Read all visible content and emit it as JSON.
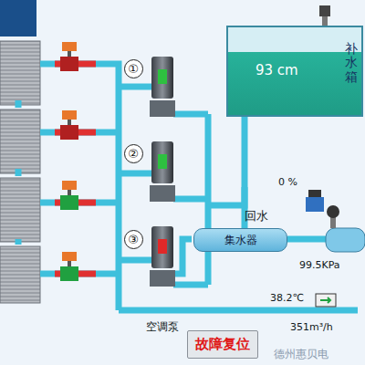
{
  "diagram": {
    "nodes": [
      {
        "text": [
          "93 cm",
          "补水箱"
        ]
      },
      {
        "text": [
          "①"
        ]
      },
      {
        "text": [
          "②"
        ]
      },
      {
        "text": [
          "③"
        ]
      },
      {
        "text": [
          "集水器"
        ]
      },
      {
        "text": [
          "故障复位"
        ]
      }
    ],
    "labels": [
      "0 %",
      "回水",
      "99.5KPa",
      "38.2℃",
      "351m³/h",
      "空调泵",
      "德州惠贝电"
    ]
  }
}
